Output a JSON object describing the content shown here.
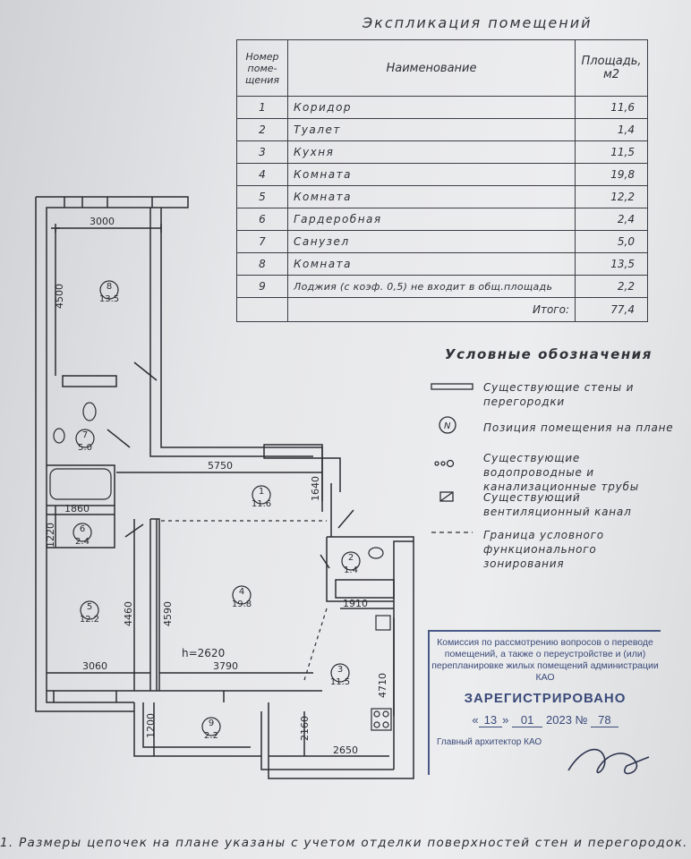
{
  "document": {
    "title": "Экспликация помещений",
    "table": {
      "headers": [
        "Номер поме-щения",
        "Наименование",
        "Площадь, м2"
      ],
      "rows": [
        {
          "num": "1",
          "name": "Коридор",
          "area": "11,6"
        },
        {
          "num": "2",
          "name": "Туалет",
          "area": "1,4"
        },
        {
          "num": "3",
          "name": "Кухня",
          "area": "11,5"
        },
        {
          "num": "4",
          "name": "Комната",
          "area": "19,8"
        },
        {
          "num": "5",
          "name": "Комната",
          "area": "12,2"
        },
        {
          "num": "6",
          "name": "Гардеробная",
          "area": "2,4"
        },
        {
          "num": "7",
          "name": "Санузел",
          "area": "5,0"
        },
        {
          "num": "8",
          "name": "Комната",
          "area": "13,5"
        },
        {
          "num": "9",
          "name": "Лоджия (с коэф. 0,5) не входит в общ.площадь",
          "area": "2,2"
        }
      ],
      "total_label": "Итого:",
      "total_value": "77,4"
    },
    "legend": {
      "title": "Условные обозначения",
      "items": [
        {
          "symbol": "wall-symbol",
          "text": "Существующие стены и перегородки"
        },
        {
          "symbol": "N",
          "text": "Позиция помещения на плане"
        },
        {
          "symbol": "pipes-symbol",
          "text": "Существующие водопроводные и канализационные трубы"
        },
        {
          "symbol": "vent-symbol",
          "text": "Существующий вентиляционный канал"
        },
        {
          "symbol": "dashed-line-symbol",
          "text": "Граница условного функционального зонирования"
        }
      ]
    },
    "stamp": {
      "text": "Комиссия по рассмотрению вопросов о переводе помещений, а также о переустройстве и (или) перепланировке жилых помещений администрации КАО",
      "registered": "ЗАРЕГИСТРИРОВАНО",
      "date_day": "13",
      "date_month": "01",
      "date_year": "2023",
      "number_label": "№",
      "number": "78",
      "signature_label": "Главный архитектор КАО"
    },
    "plan": {
      "dimensions": [
        "3000",
        "4500",
        "5750",
        "1640",
        "1860",
        "1220",
        "4460",
        "4590",
        "1910",
        "4710",
        "3060",
        "3790",
        "1200",
        "2160",
        "2650"
      ],
      "height_note": "h=2620",
      "rooms": [
        {
          "num": "8",
          "area": "13.5"
        },
        {
          "num": "7",
          "area": "5.0"
        },
        {
          "num": "1",
          "area": "11.6"
        },
        {
          "num": "6",
          "area": "2.4"
        },
        {
          "num": "2",
          "area": "1.4"
        },
        {
          "num": "5",
          "area": "12.2"
        },
        {
          "num": "4",
          "area": "19.8"
        },
        {
          "num": "3",
          "area": "11.5"
        },
        {
          "num": "9",
          "area": "2.2"
        }
      ]
    },
    "footnote": "1. Размеры цепочек на плане указаны с учетом отделки поверхностей стен и перегородок."
  }
}
